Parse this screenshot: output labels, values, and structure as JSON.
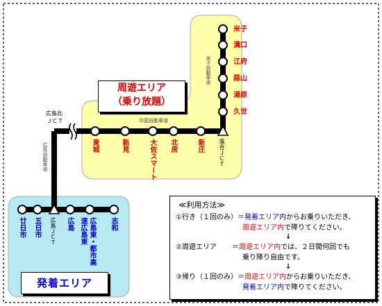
{
  "orbit_area": {
    "title_line1": "周遊エリア",
    "title_line2": "（乗り放題）"
  },
  "departure_area": {
    "title": "発着エリア"
  },
  "roads": {
    "chugoku": "中国自動車道",
    "yonago": "米子自動車道",
    "hiroshima": "広島自動車道"
  },
  "jct": {
    "hiroshima_kita_1": "広島北",
    "hiroshima_kita_2": "ＪＣＴ",
    "ochiai": "落合ＪＣＴ",
    "hiroshima": "広島ＪＣＴ"
  },
  "stations": {
    "yonago_line": [
      "米子",
      "溝口",
      "江府",
      "蒜山",
      "湯原",
      "久世"
    ],
    "chugoku_line": [
      "東城",
      "新見",
      "大佐スマート",
      "北房",
      "新庄"
    ],
    "departure": [
      "廿日市",
      "五日市",
      "広島",
      "広島東・都市高速広島東",
      "志和"
    ]
  },
  "usage": {
    "title": "≪利用方法≫",
    "r1_label": "①行き（１回のみ）＝",
    "r1_a": "発着エリア内",
    "r1_b": "からお乗りいただき、",
    "r1_c": "周遊エリア内",
    "r1_d": "で降りてください。",
    "arrow1": "↓",
    "r2_label": "②周遊エリア",
    "r2_eq": "＝",
    "r2_a": "周遊エリア内",
    "r2_b": "では、２日間何回でも",
    "r2_c": "乗り降り自由です。",
    "arrow2": "↓",
    "r3_label": "③帰り（１回のみ）＝",
    "r3_a": "周遊エリア内",
    "r3_b": "からお乗りいただき、",
    "r3_c": "発着エリア内",
    "r3_d": "で降りてください。"
  },
  "colors": {
    "orbit_fill": "#ffffaa",
    "departure_fill": "#b7e9f3",
    "line": "#000000",
    "accent_red": "#e60000",
    "accent_blue": "#0000cc"
  }
}
